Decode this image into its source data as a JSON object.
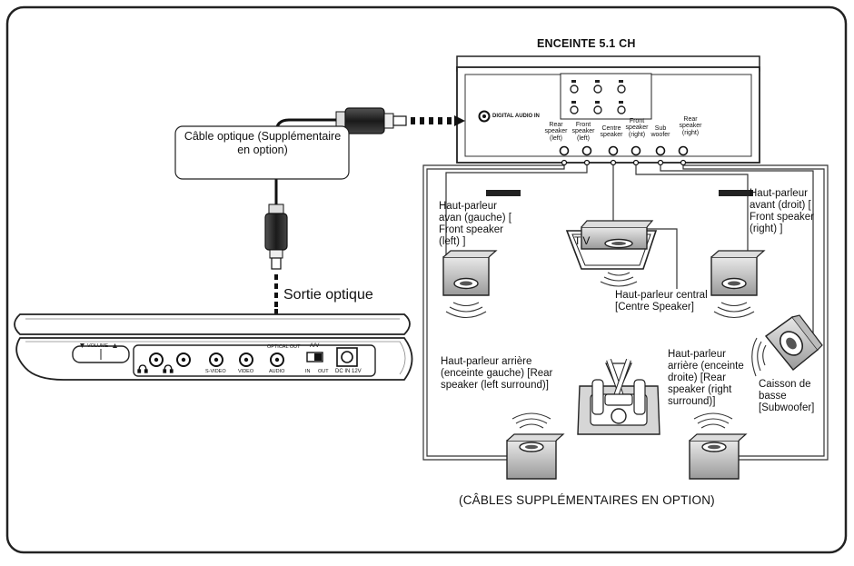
{
  "receiver": {
    "title": "ENCEINTE 5.1 CH",
    "digital_input": "DIGITAL AUDIO IN",
    "outputs": {
      "rear_left": "Rear speaker (left)",
      "front_left": "Front speaker (left)",
      "centre": "Centre speaker",
      "front_right": "Front speaker (right)",
      "sub": "Sub woofer",
      "rear_right": "Rear speaker (right)"
    }
  },
  "cable": {
    "label": "Câble optique (Supplémentaire en option)"
  },
  "player": {
    "output_label": "Sortie optique",
    "volume": "VOLUME",
    "svideo": "S-VIDEO",
    "video": "VIDEO",
    "audio": "AUDIO",
    "optical_out": "OPTICAL OUT",
    "av": "A/V",
    "in": "IN",
    "out": "OUT",
    "dc": "DC IN 12V"
  },
  "speakers": {
    "front_left": "Haut-parleur avan (gauche) [ Front speaker (left) ]",
    "front_right": "Haut-parleur avant (droit) [ Front speaker (right) ]",
    "centre": "Haut-parleur central [Centre Speaker]",
    "tv": "TV",
    "rear_left": "Haut-parleur arrière (enceinte gauche) [Rear speaker (left surround)]",
    "rear_right": "Haut-parleur arrière (enceinte droite) [Rear speaker (right surround)]",
    "sub": "Caisson de basse [Subwoofer]"
  },
  "caption": "(CÂBLES SUPPLÉMENTAIRES EN OPTION)"
}
